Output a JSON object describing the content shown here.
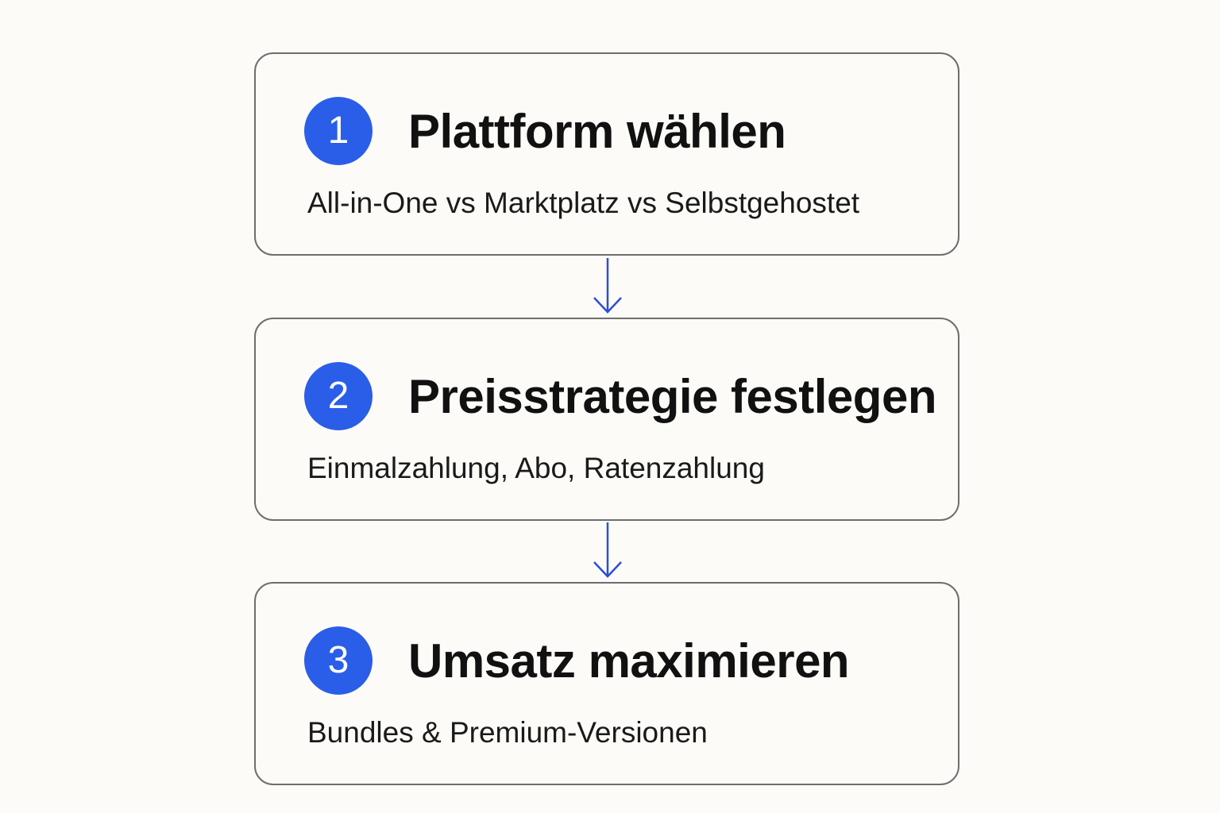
{
  "colors": {
    "background": "#fcfbf7",
    "accent": "#2a5ee8",
    "border": "#6e6e6e",
    "text": "#111111"
  },
  "steps": [
    {
      "number": "1",
      "title": "Plattform wählen",
      "description": "All-in-One vs Marktplatz vs Selbstgehostet"
    },
    {
      "number": "2",
      "title": "Preisstrategie festlegen",
      "description": "Einmalzahlung, Abo, Ratenzahlung"
    },
    {
      "number": "3",
      "title": "Umsatz maximieren",
      "description": "Bundles & Premium-Versionen"
    }
  ],
  "connectors": [
    {
      "icon": "arrow-down-icon"
    },
    {
      "icon": "arrow-down-icon"
    }
  ]
}
